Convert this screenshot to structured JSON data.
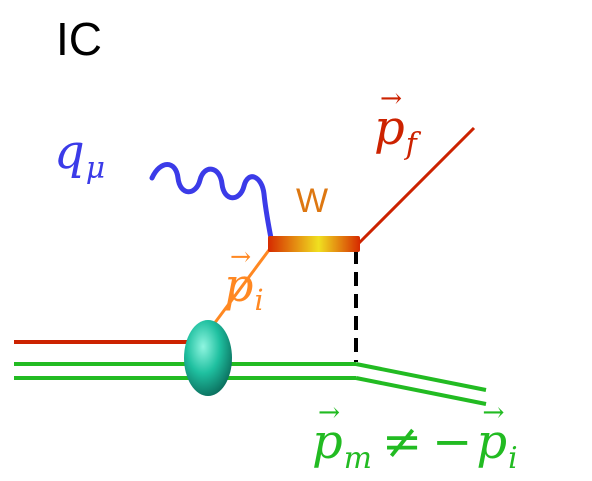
{
  "title": "IC",
  "labels": {
    "photon": {
      "base": "q",
      "sub": "μ"
    },
    "final_momentum": {
      "base": "p",
      "sub": "f"
    },
    "initial_momentum": {
      "base": "p",
      "sub": "i"
    },
    "remnant_momentum": {
      "base": "p",
      "sub": "m",
      "relation": "≠",
      "minus": "−",
      "rhs_base": "p",
      "rhs_sub": "i"
    },
    "w_label": "W"
  },
  "colors": {
    "photon": "#3b3be8",
    "final": "#cc2200",
    "initial": "#ff8822",
    "remnant": "#22bb22",
    "w": "#dd7711",
    "beam_red": "#cc2200",
    "blob": "#22c4a8",
    "exchange": "#000000"
  }
}
